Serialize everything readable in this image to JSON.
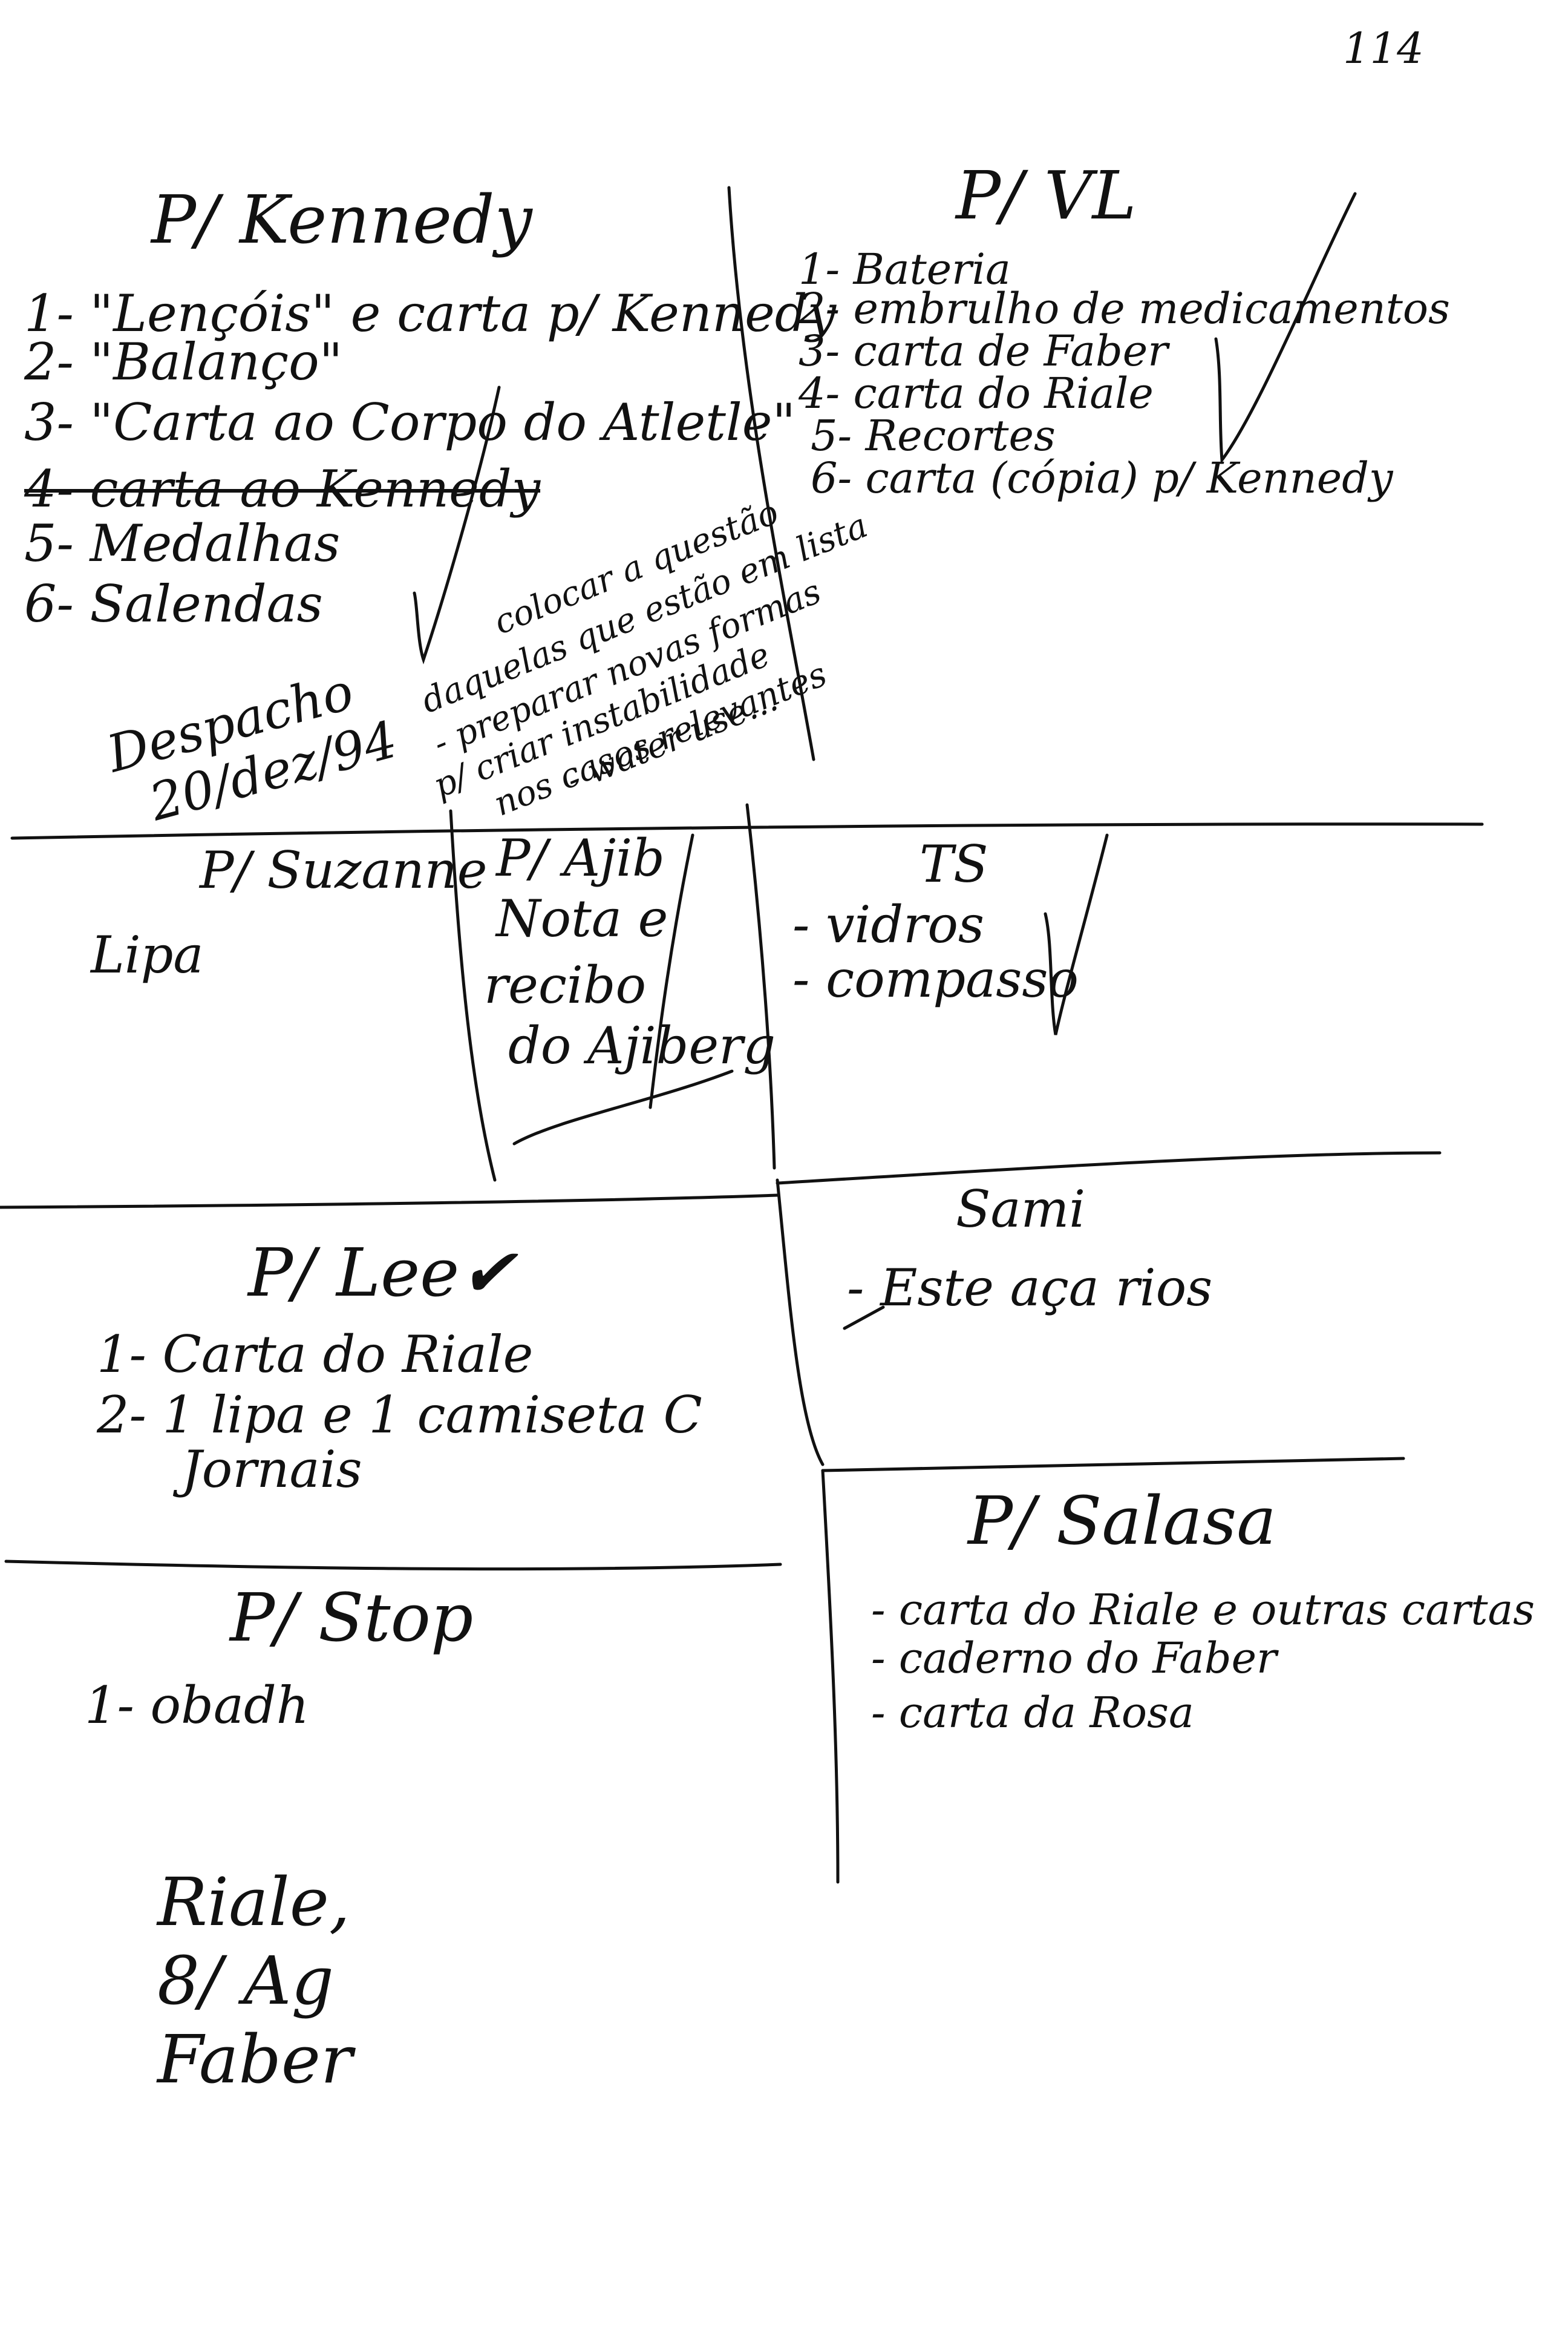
{
  "page_number": "114",
  "kennedy": {
    "title": "P/ Kennedy",
    "items": [
      "1- \"Lençóis\" e carta p/ Kennedy",
      "2- \"Balanço\"",
      "3- \"Carta ao Corpo do Atletle\""
    ],
    "struck_item": "4- carta ao Kennedy",
    "items_after": [
      "5- Medalhas",
      "6- Salendas"
    ],
    "side_note": [
      "colocar a questão",
      "daquelas que estão em lista",
      "- preparar novas formas",
      "p/ criar instabilidade",
      "nos casos relevantes",
      "- water use..."
    ],
    "despacho": [
      "Despacho",
      "20/dez/94"
    ]
  },
  "vl": {
    "title": "P/ VL",
    "items": [
      "1- Bateria",
      "2- embrulho de medicamentos",
      "3- carta de Faber",
      "4- carta do Riale",
      "5- Recortes",
      "6- carta (cópia) p/ Kennedy"
    ]
  },
  "suzanne": {
    "title": "P/ Suzanne",
    "items": [
      "Lipa"
    ]
  },
  "ajib": {
    "title": "P/ Ajib",
    "lines": [
      "Nota e",
      "recibo",
      "do Ajiberg"
    ]
  },
  "ts": {
    "title": "TS",
    "items": [
      "- vidros",
      "- compasso"
    ]
  },
  "lee": {
    "title": "P/ Lee",
    "mark": "✔",
    "items": [
      "1- Carta do Riale",
      "2- 1 lipa e 1 camiseta C"
    ],
    "extra": "Jornais"
  },
  "sami": {
    "title": "Sami",
    "items": [
      "- Este aça rios"
    ]
  },
  "salasa": {
    "title": "P/ Salasa",
    "items": [
      "- carta do Riale e outras cartas",
      "- caderno do Faber",
      "- carta da Rosa"
    ]
  },
  "stop": {
    "title": "P/ Stop",
    "items": [
      "1- obadh"
    ]
  },
  "footer": [
    "Riale,",
    "8/ Ag",
    "Faber"
  ]
}
